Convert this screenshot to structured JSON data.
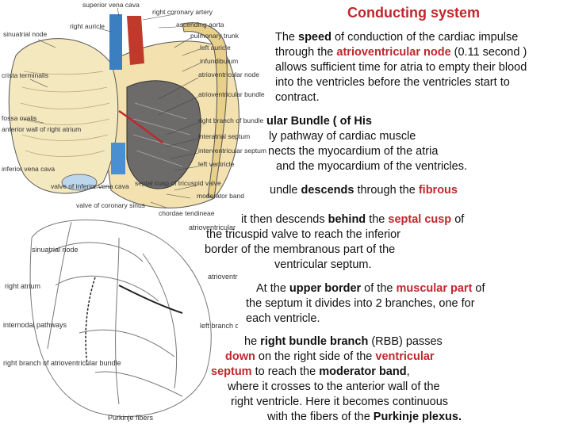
{
  "title": "Conducting system",
  "p1": {
    "l1a": "The ",
    "l1b": "speed",
    "l1c": " of conduction of the cardiac impulse",
    "l2a": "through the ",
    "l2b": "atrioventricular node",
    "l2c": " (0.11 second )",
    "l3": "allows sufficient time for atria to empty their blood",
    "l4": "into the ventricles before the ventricles start to",
    "l5": "contract."
  },
  "p2": {
    "l1": "ular Bundle ( of His",
    "l2": "ly pathway of cardiac muscle",
    "l3": "nects the myocardium of the atria",
    "l4": "and the myocardium of the ventricles."
  },
  "p3": {
    "l1a": "undle ",
    "l1b": "descends",
    "l1c": " through the ",
    "l1d": "fibrous"
  },
  "p4": {
    "l1a": "it then descends ",
    "l1b": "behind",
    "l1c": " the ",
    "l1d": "septal cusp",
    "l1e": " of",
    "l2": "the tricuspid valve to reach the inferior",
    "l3": "border of the membranous part of the",
    "l4": "ventricular septum."
  },
  "p5": {
    "l1a": "At the ",
    "l1b": "upper border",
    "l1c": " of the ",
    "l1d": "muscular part",
    "l1e": " of",
    "l2": "the septum it divides into 2 branches, one for",
    "l3": "each ventricle."
  },
  "p6": {
    "l1a": "he ",
    "l1b": "right bundle branch",
    "l1c": " (RBB) passes",
    "l2a": "down",
    "l2b": " on the right side of the ",
    "l2c": "ventricular",
    "l3a": "septum",
    "l3b": " to reach the ",
    "l3c": "moderator band",
    "l3d": ",",
    "l4": "where it crosses to the anterior wall of the",
    "l5": "right ventricle. Here it becomes continuous",
    "l6a": "with the fibers of the ",
    "l6b": "Purkinje plexus."
  },
  "fig1": {
    "labels": {
      "sup_vc": "superior vena cava",
      "right_atrium": "right auricle",
      "sinu": "sinuatrial node",
      "right_coronary": "right coronary artery",
      "asc_aorta": "ascending aorta",
      "pulm": "pulmonary trunk",
      "left_auricle": "left auricle",
      "infund": "infundibulum",
      "crista": "crista terminalis",
      "av_node": "atrioventricular node",
      "av_bundle": "atrioventricular bundle",
      "fossa": "fossa ovalis",
      "ant_wall": "anterior wall of right atrium",
      "right_branch": "right branch of bundle",
      "interatrial": "interatrial septum",
      "inf_vc": "inferior vena cava",
      "valve_ivc": "valve of inferior vena cava",
      "septal_cusp": "septal cusp of tricuspid valve",
      "moderator": "moderator band",
      "chordae": "chordae tendineae",
      "left_vent": "left ventricle",
      "interv": "interventricular septum",
      "cs": "valve of coronary sinus"
    }
  },
  "fig2": {
    "labels": {
      "avb": "atrioventricular bundle",
      "sinu": "sinuatrial node",
      "right_atrium": "right atrium",
      "internodal": "internodal pathways",
      "avn": "atrioventricular bundle",
      "right_branch": "right branch of atrioventricular bundle",
      "left_branch": "left branch of atrioventricular bundle",
      "purkinje": "Purkinje fibers"
    }
  }
}
